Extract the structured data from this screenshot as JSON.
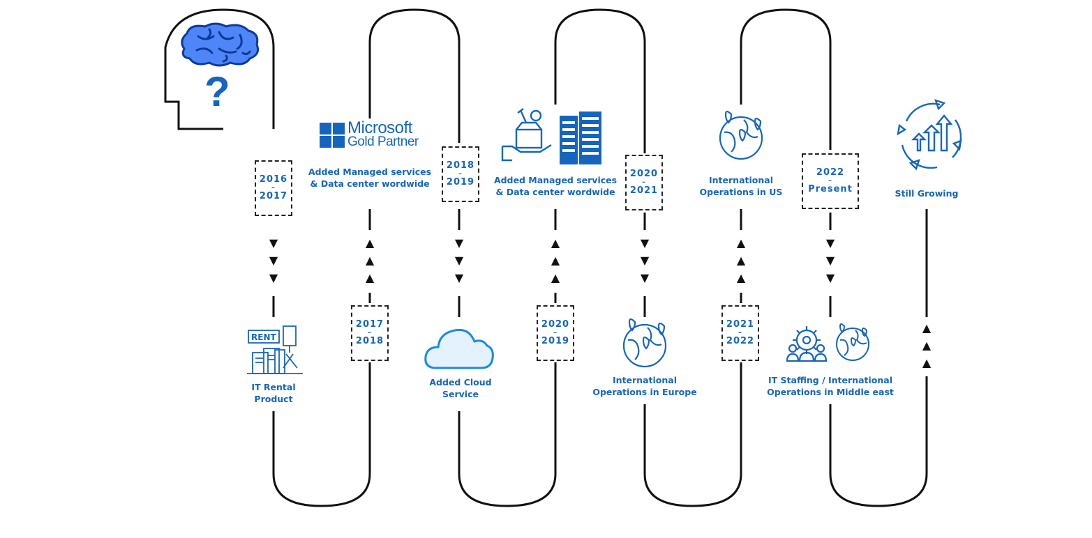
{
  "colors": {
    "accent": "#1565c0",
    "line": "#111111"
  },
  "brand": {
    "name": "Microsoft",
    "sub": "Gold Partner"
  },
  "question_mark": "?",
  "rent_sign": "RENT",
  "icons": [
    "head-brain-icon",
    "rent-icon",
    "microsoft-logo",
    "cloud-icon",
    "managed-services-icon",
    "server-rack-icon",
    "globe-pins-icon",
    "staffing-gear-icon",
    "growth-arrows-icon"
  ],
  "milestones": [
    {
      "years": [
        "2016",
        "2017"
      ],
      "label": [
        "IT Rental",
        "Product"
      ],
      "direction": "down"
    },
    {
      "years": [
        "2017",
        "2018"
      ],
      "label": [
        "Added Managed services",
        "& Data center wordwide"
      ],
      "direction": "up"
    },
    {
      "years": [
        "2018",
        "2019"
      ],
      "label": [
        "Added Cloud",
        "Service"
      ],
      "direction": "down"
    },
    {
      "years": [
        "2020",
        "2019"
      ],
      "label": [
        "Added Managed services",
        "& Data center wordwide"
      ],
      "direction": "up"
    },
    {
      "years": [
        "2020",
        "2021"
      ],
      "label": [
        "International",
        "Operations in Europe"
      ],
      "direction": "down"
    },
    {
      "years": [
        "2021",
        "2022"
      ],
      "label": [
        "International",
        "Operations in US"
      ],
      "direction": "up"
    },
    {
      "years": [
        "2022",
        "Present"
      ],
      "label": [
        "IT Staffing / International",
        "Operations in Middle east"
      ],
      "direction": "down"
    },
    {
      "years": [],
      "label": [
        "Still Growing"
      ],
      "direction": "up"
    }
  ],
  "separator": "–"
}
